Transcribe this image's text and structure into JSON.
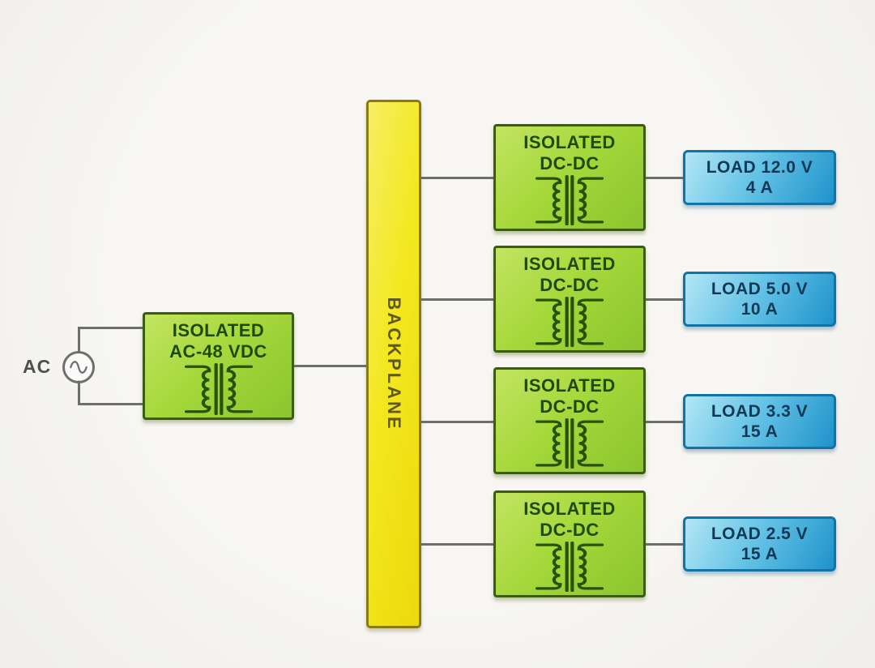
{
  "source": {
    "label": "AC",
    "icon": "ac-source-icon"
  },
  "front_end": {
    "line1": "ISOLATED",
    "line2": "AC-48 VDC",
    "icon": "transformer-icon"
  },
  "backplane": {
    "label": "BACKPLANE"
  },
  "converters": [
    {
      "line1": "ISOLATED",
      "line2": "DC-DC",
      "icon": "transformer-icon"
    },
    {
      "line1": "ISOLATED",
      "line2": "DC-DC",
      "icon": "transformer-icon"
    },
    {
      "line1": "ISOLATED",
      "line2": "DC-DC",
      "icon": "transformer-icon"
    },
    {
      "line1": "ISOLATED",
      "line2": "DC-DC",
      "icon": "transformer-icon"
    }
  ],
  "loads": [
    {
      "line1": "LOAD 12.0 V",
      "line2": "4 A"
    },
    {
      "line1": "LOAD 5.0 V",
      "line2": "10 A"
    },
    {
      "line1": "LOAD 3.3 V",
      "line2": "15 A"
    },
    {
      "line1": "LOAD 2.5 V",
      "line2": "15 A"
    }
  ],
  "colors": {
    "converter_fill": "#a6d83b",
    "converter_border": "#3a5d10",
    "converter_text": "#1f4a06",
    "backplane_fill": "#f3e81f",
    "backplane_border": "#8a7a14",
    "backplane_text": "#5f5822",
    "load_fill_light": "#b2e6f5",
    "load_fill_dark": "#1f93cb",
    "load_border": "#1173a6",
    "load_text": "#0f3954",
    "wire": "#6e6e6e",
    "background": "#f4f3f0"
  }
}
